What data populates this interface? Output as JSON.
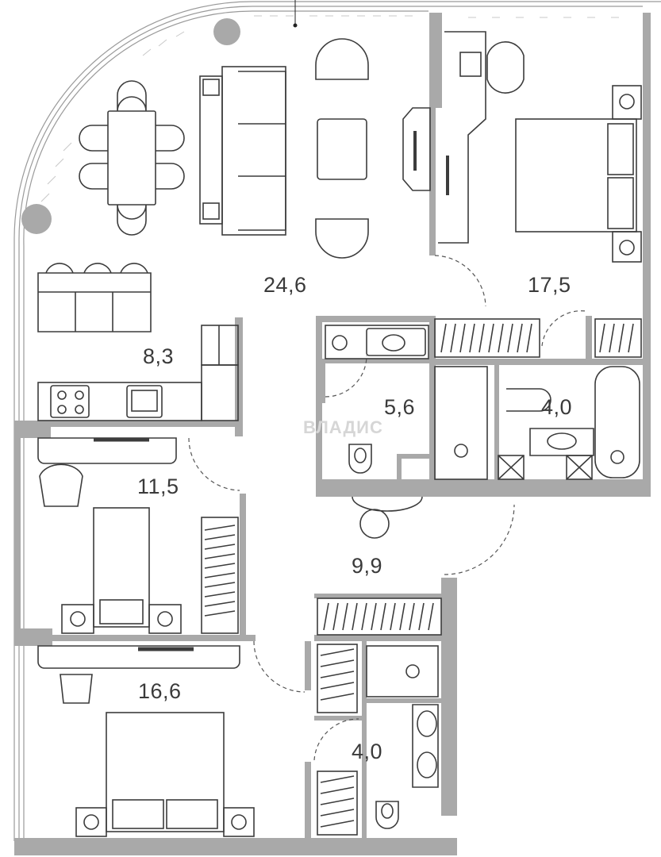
{
  "plan": {
    "rooms": [
      {
        "name": "living-kitchen",
        "area": "24,6"
      },
      {
        "name": "bedroom-master",
        "area": "17,5"
      },
      {
        "name": "kitchen-zone",
        "area": "8,3"
      },
      {
        "name": "bathroom-1",
        "area": "5,6"
      },
      {
        "name": "bathroom-2",
        "area": "4,0"
      },
      {
        "name": "bedroom-2",
        "area": "11,5"
      },
      {
        "name": "hall",
        "area": "9,9"
      },
      {
        "name": "bedroom-3",
        "area": "16,6"
      },
      {
        "name": "bathroom-3",
        "area": "4,0"
      }
    ],
    "watermark": "ВЛАДИС",
    "colors": {
      "wall": "#a9a9a9",
      "line": "#5a5a5a",
      "furniture": "#3c3c3c",
      "label": "#3a3a3a"
    }
  }
}
